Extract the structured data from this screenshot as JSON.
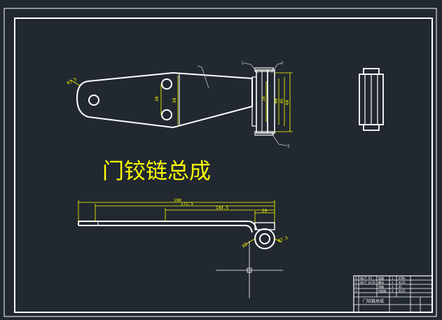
{
  "drawing": {
    "title": "门铰链总成",
    "colors": {
      "background": "#212830",
      "frame": "#ffffff",
      "part": "#ffffff",
      "dimension": "#ffff00",
      "leader": "#c8c8c8",
      "title_block_text": "#ffffff"
    }
  },
  "dimensions": {
    "radius_left": "R7.5",
    "hole_pitch": "30",
    "plate_width": "50",
    "knuckle_inner": "18",
    "knuckle_a": "40",
    "knuckle_b": "45",
    "knuckle_c": "60",
    "overall_length": "190",
    "len_1": "172.5",
    "len_2": "104.5",
    "len_3": "20",
    "knuckle_r1": "R8",
    "knuckle_r2": "R7.5"
  },
  "balloons": [
    "1",
    "2",
    "3"
  ],
  "title_block": {
    "drawing_name": "门铰链总成",
    "rows": [
      [
        "4",
        "GB/T 93",
        "垫圈",
        "1",
        "65Mn"
      ],
      [
        "3",
        "GB/T 6170",
        "螺母",
        "1",
        "Q235"
      ],
      [
        "2",
        "",
        "销轴",
        "1",
        "45"
      ],
      [
        "1",
        "",
        "铰链板",
        "2",
        "Q235"
      ]
    ]
  }
}
